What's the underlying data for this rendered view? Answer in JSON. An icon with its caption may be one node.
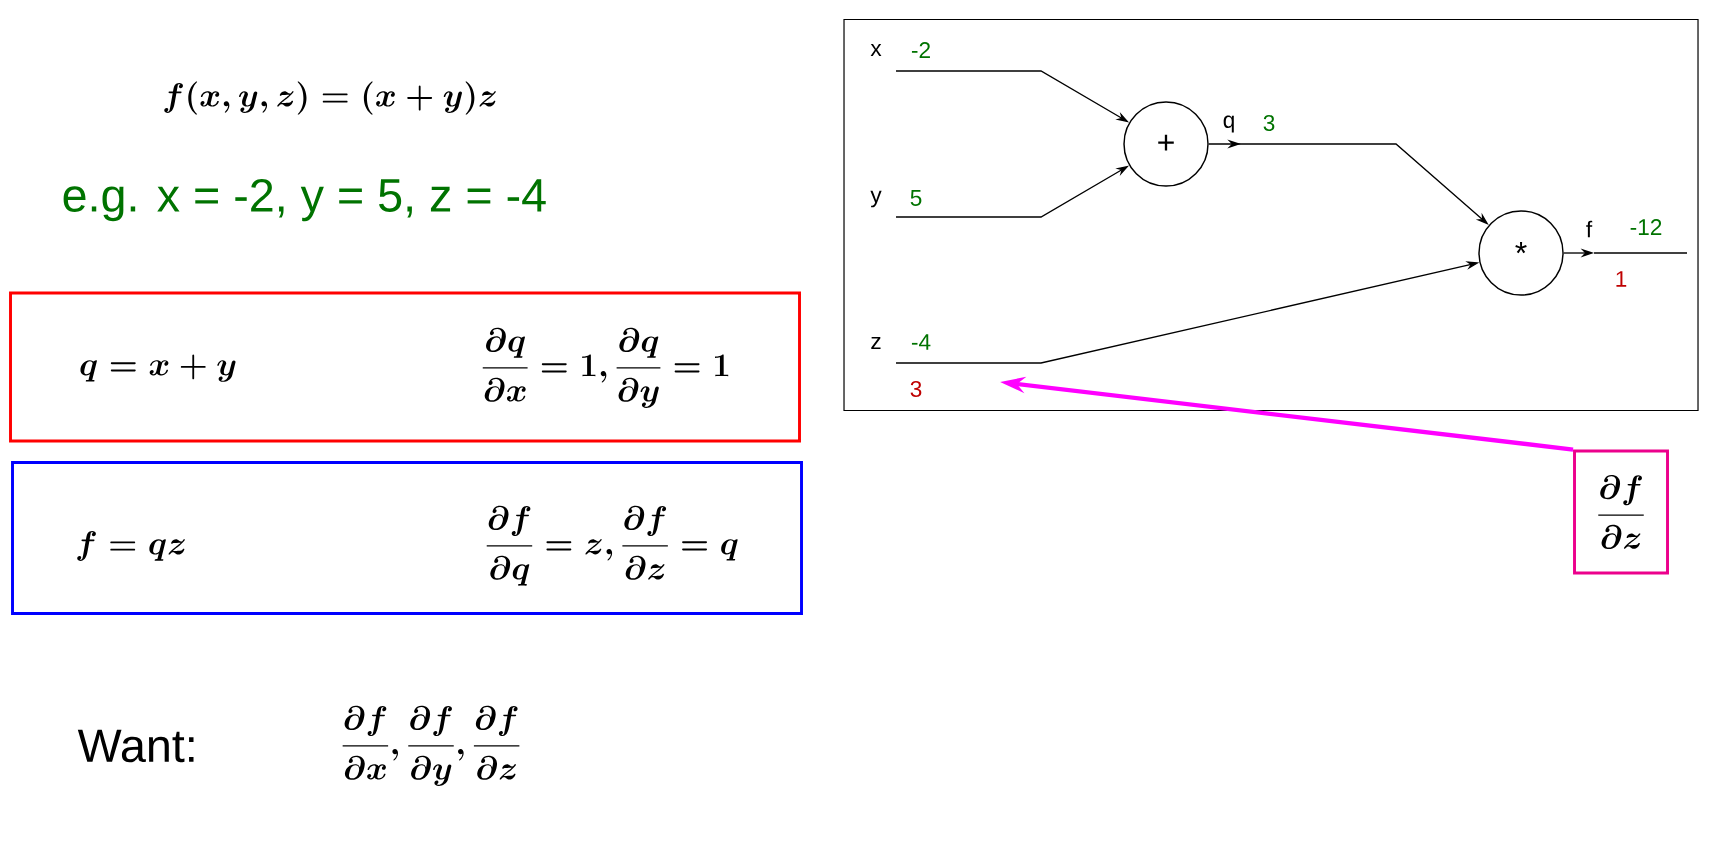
{
  "diagram": {
    "nodes": [
      {
        "text": [
          "q = x + y",
          "\\frac{\\partial q}{\\partial x} = 1, \\frac{\\partial q}{\\partial y} = 1"
        ]
      },
      {
        "text": [
          "f = qz",
          "\\frac{\\partial f}{\\partial q} = z, \\frac{\\partial f}{\\partial z} = q"
        ]
      },
      {
        "text": [],
        "shape": "box"
      },
      {
        "text": [
          "+"
        ],
        "in": 2
      },
      {
        "text": [
          "*"
        ],
        "in": 2
      },
      {
        "text": [
          "\\frac{\\partial f}{\\partial z}"
        ]
      }
    ],
    "edges": [
      {
        "from": null,
        "to": 3,
        "arrow": "to",
        "label": "x"
      },
      {
        "from": null,
        "to": 3,
        "arrow": "to",
        "label": "y"
      },
      {
        "from": null,
        "to": 4,
        "arrow": "to",
        "label": "z"
      },
      {
        "from": 3,
        "to": 4,
        "arrow": "to",
        "label": "q"
      },
      {
        "from": 4,
        "to": null,
        "arrow": "to",
        "label": "f"
      },
      {
        "from": 5,
        "to": null,
        "arrow": "to",
        "style": "thick",
        "color": "#ff00ff"
      }
    ],
    "labels": [
      "f(x,y,z) = (x+y)z",
      "e.g. x = -2, y = 5, z = -4",
      "Want:",
      "\\frac{\\partial f}{\\partial x}, \\frac{\\partial f}{\\partial y}, \\frac{\\partial f}{\\partial z}",
      "-2",
      "5",
      "-4",
      "3",
      "3",
      "-12",
      "1"
    ]
  }
}
